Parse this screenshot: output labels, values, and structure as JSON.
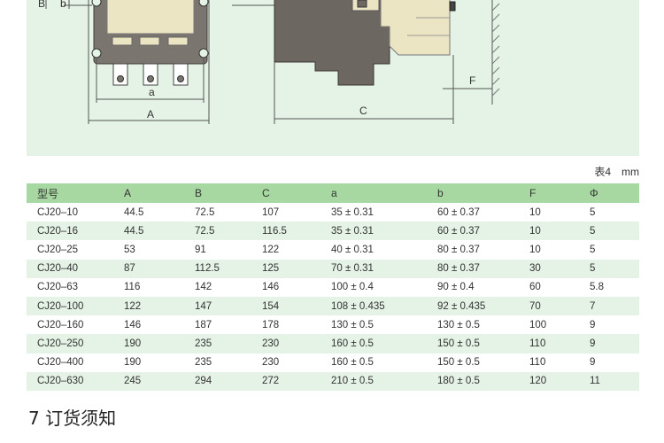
{
  "drawing": {
    "labels": {
      "A": "A",
      "B": "B",
      "a": "a",
      "b": "b",
      "C": "C",
      "F": "F"
    }
  },
  "table": {
    "caption": "表4　mm",
    "headers": [
      "型号",
      "A",
      "B",
      "C",
      "a",
      "b",
      "F",
      "Φ"
    ],
    "rows": [
      [
        "CJ20–10",
        "44.5",
        "72.5",
        "107",
        "35 ± 0.31",
        "60 ± 0.37",
        "10",
        "5"
      ],
      [
        "CJ20–16",
        "44.5",
        "72.5",
        "116.5",
        "35 ± 0.31",
        "60 ± 0.37",
        "10",
        "5"
      ],
      [
        "CJ20–25",
        "53",
        "91",
        "122",
        "40 ± 0.31",
        "80 ± 0.37",
        "10",
        "5"
      ],
      [
        "CJ20–40",
        "87",
        "112.5",
        "125",
        "70 ± 0.31",
        "80 ± 0.37",
        "30",
        "5"
      ],
      [
        "CJ20–63",
        "116",
        "142",
        "146",
        "100 ± 0.4",
        "90 ± 0.4",
        "60",
        "5.8"
      ],
      [
        "CJ20–100",
        "122",
        "147",
        "154",
        "108 ± 0.435",
        "92 ± 0.435",
        "70",
        "7"
      ],
      [
        "CJ20–160",
        "146",
        "187",
        "178",
        "130 ± 0.5",
        "130 ± 0.5",
        "100",
        "9"
      ],
      [
        "CJ20–250",
        "190",
        "235",
        "230",
        "160 ± 0.5",
        "150 ± 0.5",
        "110",
        "9"
      ],
      [
        "CJ20–400",
        "190",
        "235",
        "230",
        "160 ± 0.5",
        "150 ± 0.5",
        "110",
        "9"
      ],
      [
        "CJ20–630",
        "245",
        "294",
        "272",
        "210 ± 0.5",
        "180 ± 0.5",
        "120",
        "11"
      ]
    ]
  },
  "section": {
    "title": "7 订货须知"
  }
}
